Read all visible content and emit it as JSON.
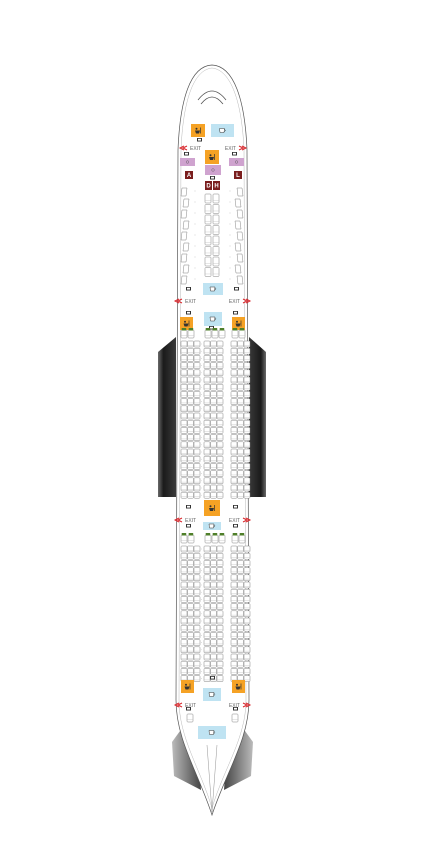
{
  "colors": {
    "lavatory": "#f5a225",
    "galley": "#bfe3f2",
    "crew_rest": "#cfa3cf",
    "bar": "#7a1e1e",
    "bassinet": "#4f7f2a",
    "seat_stroke": "#777777",
    "fuselage_stroke": "#555555",
    "wing": "#2a2a2a",
    "exit_arrow": "#d9262b"
  },
  "icons": {
    "lavatory": "toilet-icon",
    "galley": "cup-icon",
    "exit": "exit-arrow-icon",
    "bassinet": "bassinet-icon"
  },
  "exits": {
    "label": "EXIT"
  },
  "bar": {
    "left_letter": "D",
    "right_letter": "H"
  },
  "side_suites": {
    "left_letter": "A",
    "right_letter": "L"
  }
}
